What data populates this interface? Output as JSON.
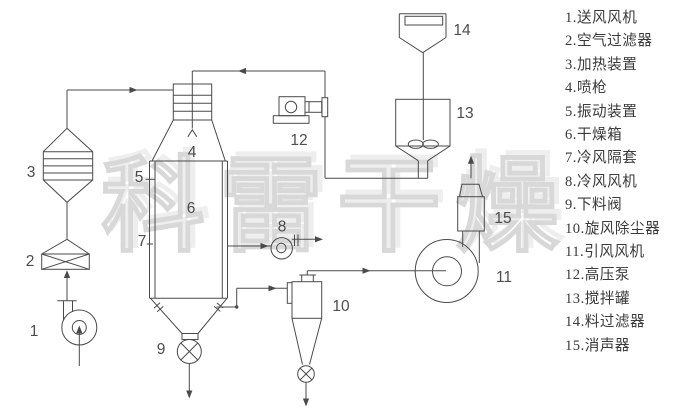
{
  "watermark": {
    "text": "科雷干燥"
  },
  "legend": {
    "items": [
      "1.送风风机",
      "2.空气过滤器",
      "3.加热装置",
      "4.喷枪",
      "5.振动装置",
      "6.干燥箱",
      "7.冷风隔套",
      "8.冷风风机",
      "9.下料阀",
      "10.旋风除尘器",
      "11.引风风机",
      "12.高压泵",
      "13.搅拌罐",
      "14.料过滤器",
      "15.消声器"
    ]
  },
  "diagram": {
    "labels": [
      "1",
      "2",
      "3",
      "4",
      "5",
      "6",
      "7",
      "8",
      "9",
      "10",
      "11",
      "12",
      "13",
      "14",
      "15"
    ]
  },
  "colors": {
    "line": "#4a4a4a",
    "label_text": "#4d4d4d",
    "legend_text": "#3a3a3a",
    "watermark": "#d8d8d8",
    "background": "#ffffff"
  }
}
